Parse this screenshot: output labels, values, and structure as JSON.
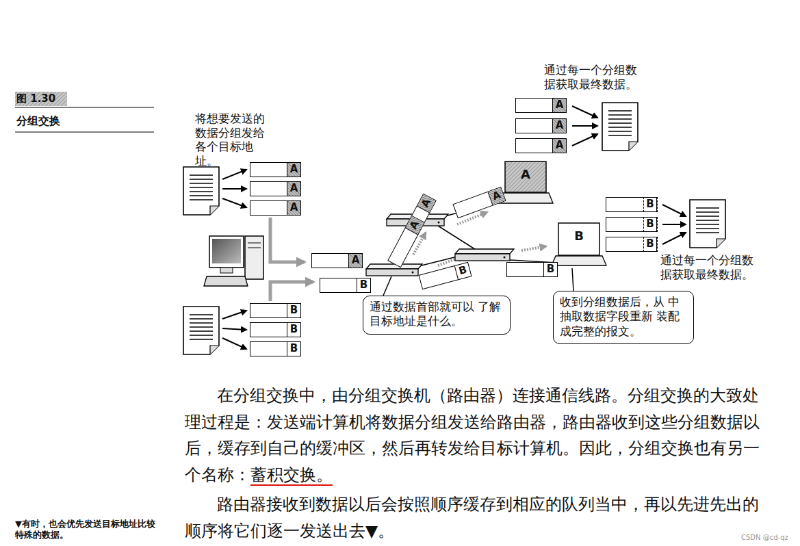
{
  "diagram": {
    "nodes": [
      {
        "text": [
          "A"
        ]
      },
      {
        "text": [
          "A"
        ]
      },
      {
        "text": [
          "A"
        ]
      },
      {
        "text": [
          "B"
        ]
      },
      {
        "text": [
          "B"
        ]
      },
      {
        "text": [
          "B"
        ]
      },
      {
        "text": [
          "A"
        ]
      },
      {
        "text": [
          "B"
        ]
      },
      {
        "text": [
          "A"
        ]
      },
      {
        "text": [
          "A"
        ]
      },
      {
        "text": [
          "A"
        ]
      },
      {
        "text": [
          "B"
        ]
      },
      {
        "text": [
          "B"
        ]
      },
      {
        "text": [
          "A"
        ]
      },
      {
        "text": [
          "B"
        ]
      },
      {
        "text": [
          "A"
        ]
      },
      {
        "text": [
          "A"
        ]
      },
      {
        "text": [
          "A"
        ]
      },
      {
        "text": [
          "B"
        ]
      },
      {
        "text": [
          "B"
        ]
      },
      {
        "text": [
          "B"
        ]
      },
      {
        "text": [
          "通过数据首部就可以 了解目标地址是什么。"
        ]
      },
      {
        "text": [
          "收到分组数据后，从 中抽取数据字段重新 装配成完整的报文。"
        ]
      }
    ],
    "labels": [
      "图 1.30",
      "分组交换",
      "将想要发送的 数据分组发给 各个目标地址。",
      "通过每一个分组数 据获取最终数据。",
      "通过每一个分组数 据获取最终数据。",
      "在分组交换中，由分组交换机（路由器）连接通信线路。分组交换的大致处理过程是：发送端计算机将数据分组发送给路由器，路由器收到这些分组数据以后，缓存到自己的缓冲区，然后再转发给目标计算机。因此，分组交换也有另一个名称：",
      "蓄积交换。",
      "路由器接收到数据以后会按照顺序缓存到相应的队列当中，再以先进先出的顺序将它们逐一发送出去▼。",
      "▼有时，也会优先发送目标地址比较特殊的数据。",
      "CSDN @cd-qz"
    ]
  }
}
